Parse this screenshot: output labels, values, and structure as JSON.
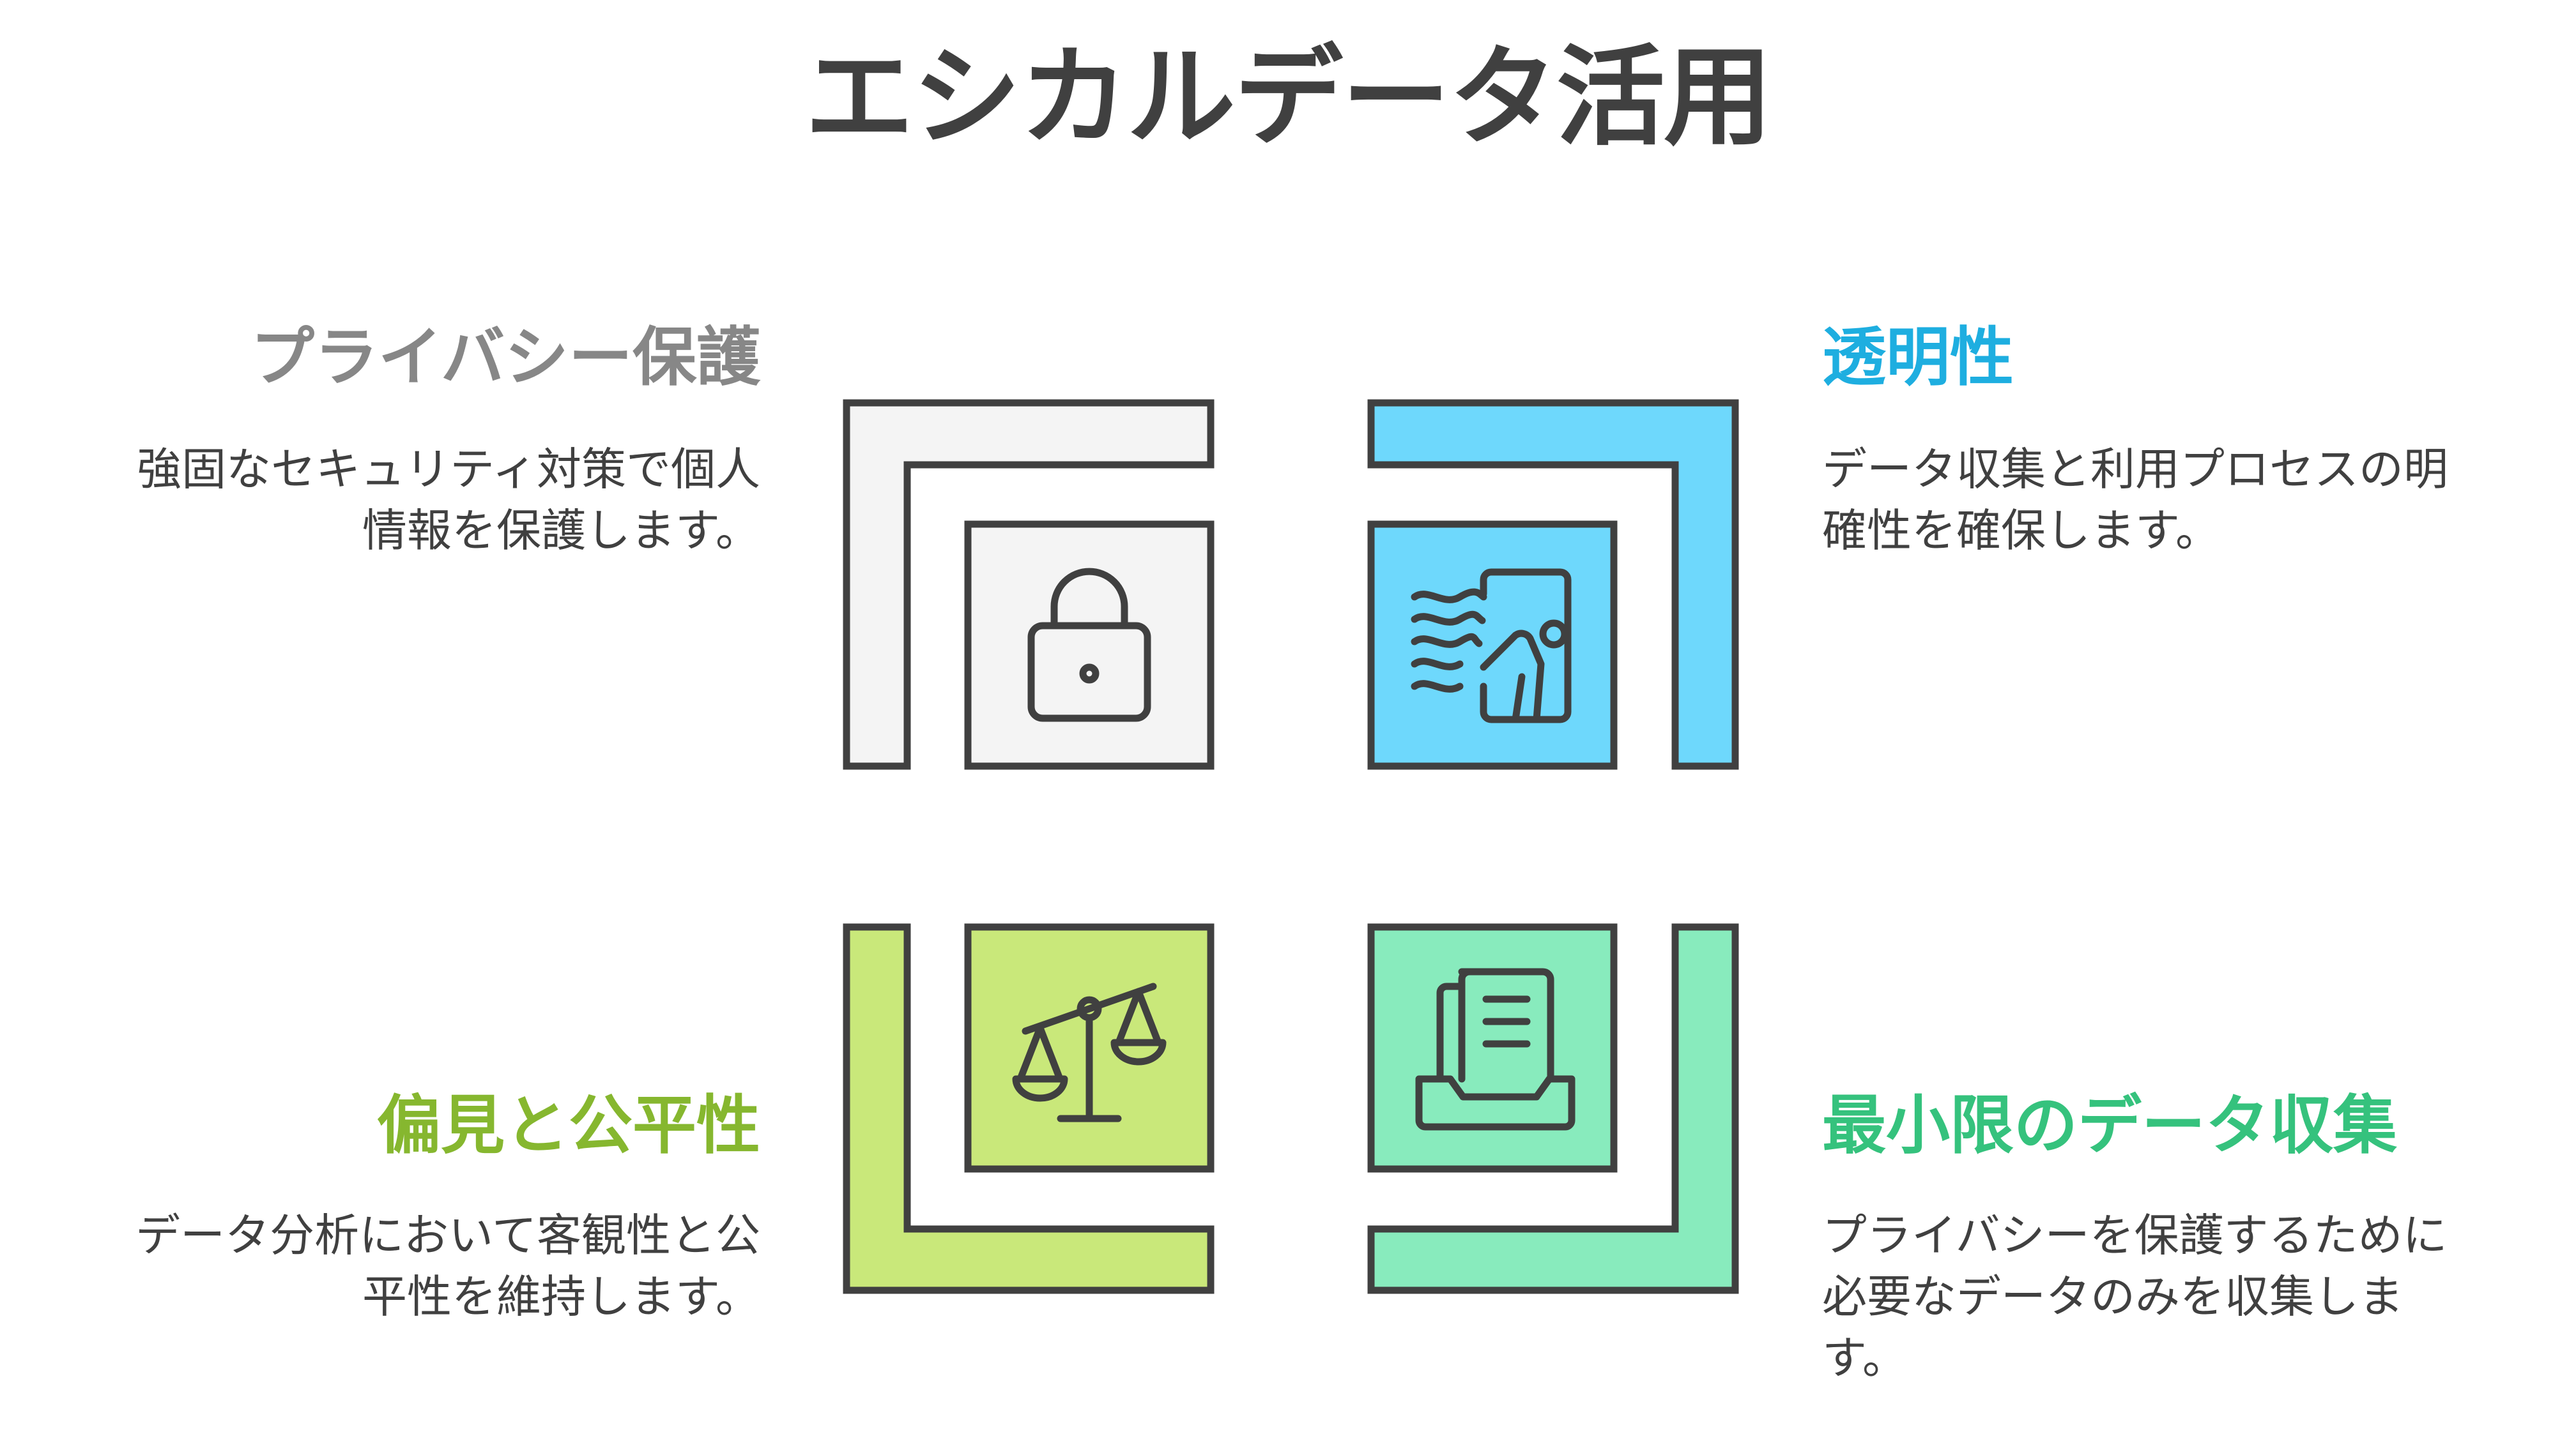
{
  "title": "エシカルデータ活用",
  "colors": {
    "privacy": "#878787",
    "transparency": "#1eaee0",
    "fairness": "#86b72f",
    "minimal": "#35c27d",
    "privacy_fill": "#f4f4f4",
    "transparency_fill": "#6ed8fc",
    "fairness_fill": "#c9e87a",
    "minimal_fill": "#88ebbd",
    "stroke": "#404040"
  },
  "items": {
    "privacy": {
      "heading": "プライバシー保護",
      "description_line1": "強固なセキュリティ対策で個人",
      "description_line2": "情報を保護します。",
      "icon": "lock-icon"
    },
    "transparency": {
      "heading": "透明性",
      "description_line1": "データ収集と利用プロセスの明",
      "description_line2": "確性を確保します。",
      "icon": "person-in-doorway-icon"
    },
    "fairness": {
      "heading": "偏見と公平性",
      "description_line1": "データ分析において客観性と公",
      "description_line2": "平性を維持します。",
      "icon": "balance-scale-icon"
    },
    "minimal": {
      "heading": "最小限のデータ収集",
      "description_line1": "プライバシーを保護するために",
      "description_line2": "必要なデータのみを収集しま",
      "description_line3": "す。",
      "icon": "document-tray-icon"
    }
  }
}
